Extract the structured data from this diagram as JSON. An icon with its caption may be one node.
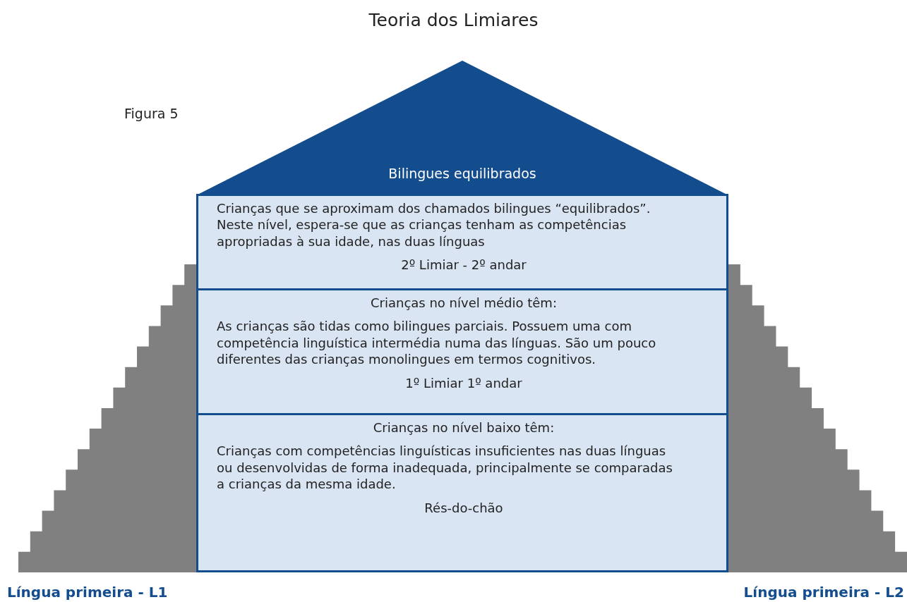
{
  "diagram": {
    "title": "Teoria dos Limiares",
    "nodes": [
      {
        "text": [
          "Bilingues equilibrados"
        ]
      },
      {
        "text": [
          "Crianças que se aproximam dos chamados bilingues “equilibrados”. Neste nível, espera-se que as crianças tenham as competências apropriadas à sua idade, nas  duas línguas",
          "2º Limiar - 2º andar"
        ]
      },
      {
        "text": [
          "Crianças no nível médio têm:",
          "As crianças são tidas como bilingues parciais. Possuem uma com competência linguística intermédia numa das línguas. São um pouco diferentes das crianças monolingues em termos cognitivos.",
          "1º Limiar 1º andar"
        ]
      },
      {
        "text": [
          "Crianças no nível baixo têm:",
          "Crianças com competências linguísticas insuficientes nas duas línguas ou desenvolvidas de forma inadequada, principalmente se comparadas a crianças da mesma idade.",
          "Rés-do-chão"
        ]
      }
    ],
    "labels": [
      "Figura 5",
      "Língua primeira - L1",
      "Língua primeira - L2"
    ]
  }
}
